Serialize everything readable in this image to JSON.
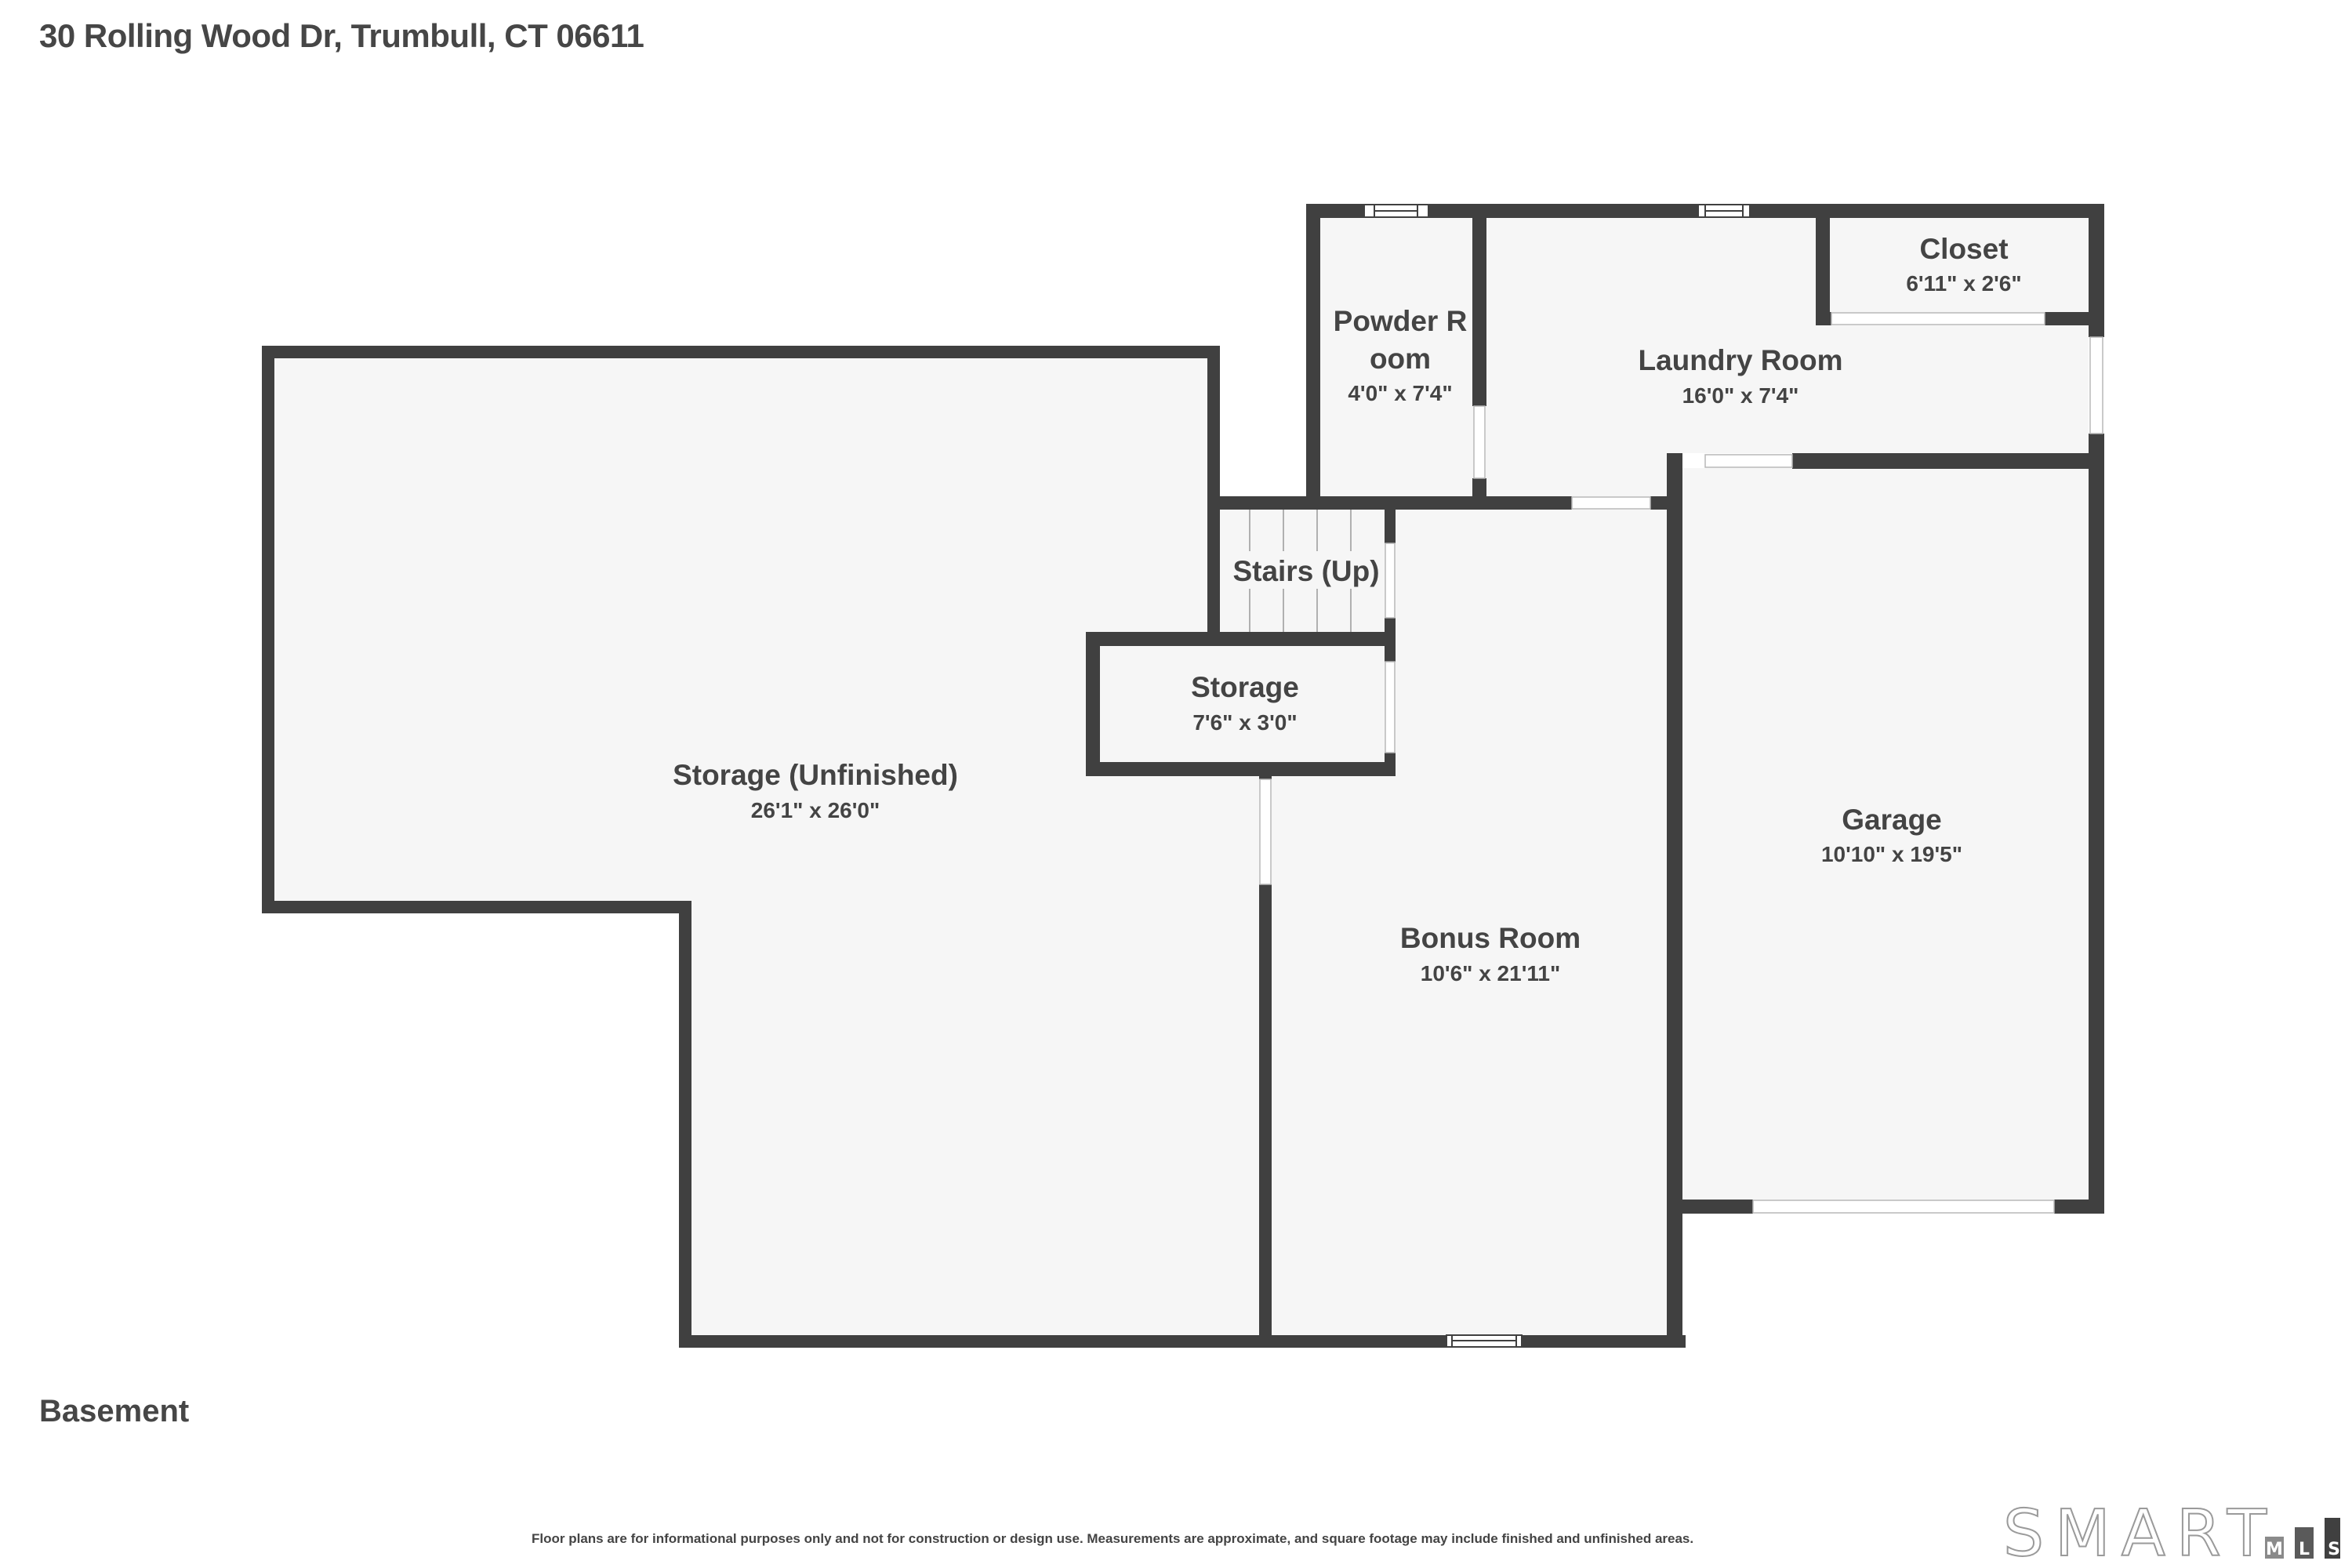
{
  "header": {
    "address": "30 Rolling Wood Dr, Trumbull, CT 06611"
  },
  "floor": {
    "label": "Basement"
  },
  "colors": {
    "wall": "#404040",
    "floor_fill": "#f6f6f6",
    "text": "#444444",
    "background": "#ffffff"
  },
  "rooms": [
    {
      "id": "storage-unfinished",
      "name": "Storage (Unfinished)",
      "dimensions": "26'1\" x 26'0\""
    },
    {
      "id": "stairs",
      "name": "Stairs (Up)",
      "dimensions": ""
    },
    {
      "id": "storage",
      "name": "Storage",
      "dimensions": "7'6\" x 3'0\""
    },
    {
      "id": "powder-room",
      "name_line1": "Powder R",
      "name_line2": "oom",
      "dimensions": "4'0\" x 7'4\""
    },
    {
      "id": "laundry-room",
      "name": "Laundry Room",
      "dimensions": "16'0\" x 7'4\""
    },
    {
      "id": "closet",
      "name": "Closet",
      "dimensions": "6'11\" x 2'6\""
    },
    {
      "id": "bonus-room",
      "name": "Bonus Room",
      "dimensions": "10'6\" x 21'11\""
    },
    {
      "id": "garage",
      "name": "Garage",
      "dimensions": "10'10\" x 19'5\""
    }
  ],
  "footer": {
    "disclaimer": "Floor plans are for informational purposes only and not for construction or design use. Measurements are approximate, and square footage may include finished and unfinished areas.",
    "logo": {
      "word": "SMART",
      "bars": [
        "M",
        "L",
        "S"
      ],
      "bar_colors": [
        "#8a8a8a",
        "#5a5a5a",
        "#404040"
      ]
    }
  }
}
